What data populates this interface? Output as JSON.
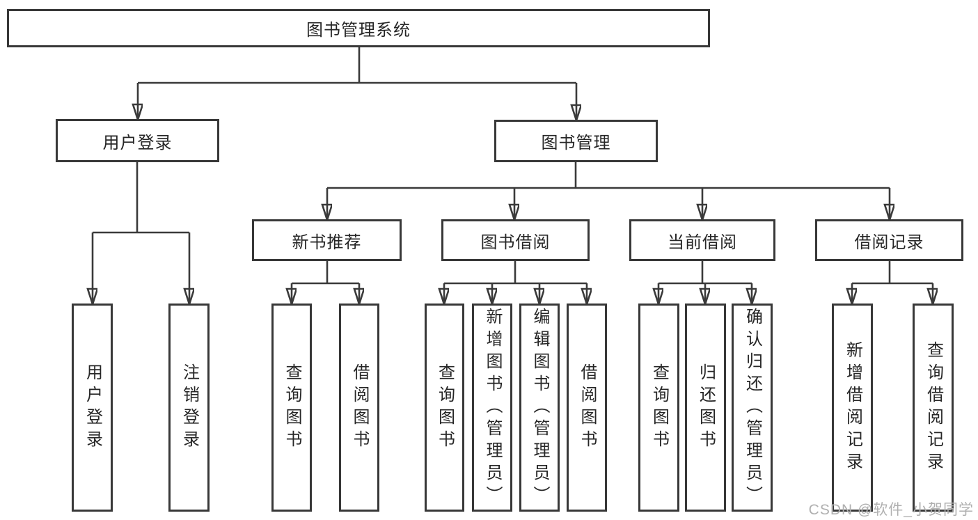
{
  "diagram": {
    "tree": {
      "root": "图书管理系统",
      "l2": [
        {
          "label": "用户登录",
          "leaves": [
            "用户登录",
            "注销登录"
          ]
        },
        {
          "label": "图书管理",
          "l3": [
            {
              "label": "新书推荐",
              "leaves": [
                "查询图书",
                "借阅图书"
              ]
            },
            {
              "label": "图书借阅",
              "leaves": [
                "查询图书",
                "新增图书（管理员）",
                "编辑图书（管理员）",
                "借阅图书"
              ]
            },
            {
              "label": "当前借阅",
              "leaves": [
                "查询图书",
                "归还图书",
                "确认归还（管理员）"
              ]
            },
            {
              "label": "借阅记录",
              "leaves": [
                "新增借阅记录",
                "查询借阅记录"
              ]
            }
          ]
        }
      ]
    },
    "watermark": "CSDN @软件_小贺同学",
    "colors": {
      "line": "#3a3a3a",
      "border": "#383838",
      "text": "#262626",
      "watermark": "#b0b0b0",
      "background": "#ffffff"
    }
  }
}
